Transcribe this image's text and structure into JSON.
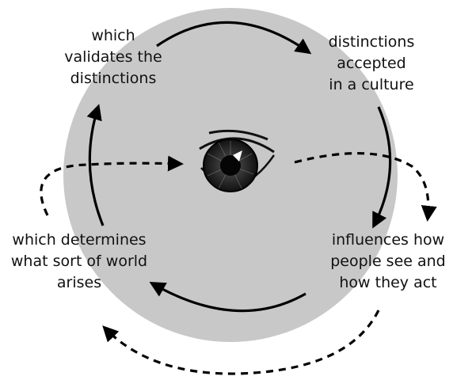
{
  "labels": {
    "top_left": [
      "which",
      "validates the",
      "distinctions"
    ],
    "top_right": [
      "distinctions",
      "accepted",
      "in a culture"
    ],
    "bottom_right": [
      "influences how",
      "people see and",
      "how they act"
    ],
    "bottom_left": [
      "which determines",
      "what sort of world",
      "arises"
    ]
  },
  "colors": {
    "circle_fill": "#c8c8c8",
    "arrow": "#000000",
    "text": "#111111"
  },
  "icons": {
    "center": "eye-icon"
  }
}
